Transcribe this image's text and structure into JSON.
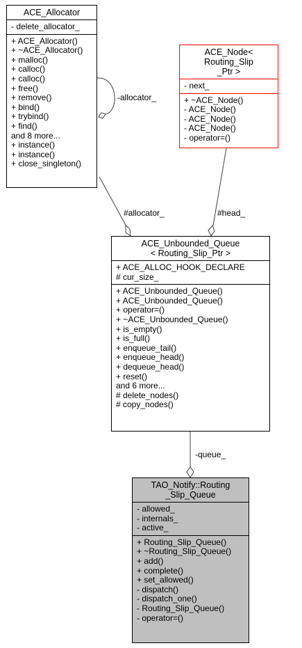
{
  "classes": {
    "ace_allocator": {
      "title": [
        "ACE_Allocator"
      ],
      "attributes": [
        "- delete_allocator_"
      ],
      "methods": [
        "+ ACE_Allocator()",
        "+ ~ACE_Allocator()",
        "+ malloc()",
        "+ calloc()",
        "+ calloc()",
        "+ free()",
        "+ remove()",
        "+ bind()",
        "+ trybind()",
        "+ find()",
        "and 8 more...",
        "+ instance()",
        "+ instance()",
        "+ close_singleton()"
      ]
    },
    "ace_node": {
      "title": [
        "ACE_Node< Routing_Slip",
        "_Ptr >"
      ],
      "attributes": [
        "- next_"
      ],
      "methods": [
        "+ ~ACE_Node()",
        "- ACE_Node()",
        "- ACE_Node()",
        "- ACE_Node()",
        "- operator=()"
      ]
    },
    "unbounded_queue": {
      "title": [
        "ACE_Unbounded_Queue",
        "< Routing_Slip_Ptr >"
      ],
      "attributes": [
        "+ ACE_ALLOC_HOOK_DECLARE",
        "# cur_size_"
      ],
      "methods": [
        "+ ACE_Unbounded_Queue()",
        "+ ACE_Unbounded_Queue()",
        "+ operator=()",
        "+ ~ACE_Unbounded_Queue()",
        "+ is_empty()",
        "+ is_full()",
        "+ enqueue_tail()",
        "+ enqueue_head()",
        "+ dequeue_head()",
        "+ reset()",
        "and 6 more...",
        "# delete_nodes()",
        "# copy_nodes()"
      ]
    },
    "routing_slip_queue": {
      "title": [
        "TAO_Notify::Routing",
        "_Slip_Queue"
      ],
      "attributes": [
        "- allowed_",
        "- internals_",
        "- active_"
      ],
      "methods": [
        "+ Routing_Slip_Queue()",
        "+ ~Routing_Slip_Queue()",
        "+ add()",
        "+ complete()",
        "+ set_allowed()",
        "- dispatch()",
        "- dispatch_one()",
        "- Routing_Slip_Queue()",
        "- operator=()"
      ]
    }
  },
  "edges": {
    "self_allocator": "-allocator_",
    "allocator": "#allocator_",
    "head": "#head_",
    "queue": "-queue_"
  }
}
